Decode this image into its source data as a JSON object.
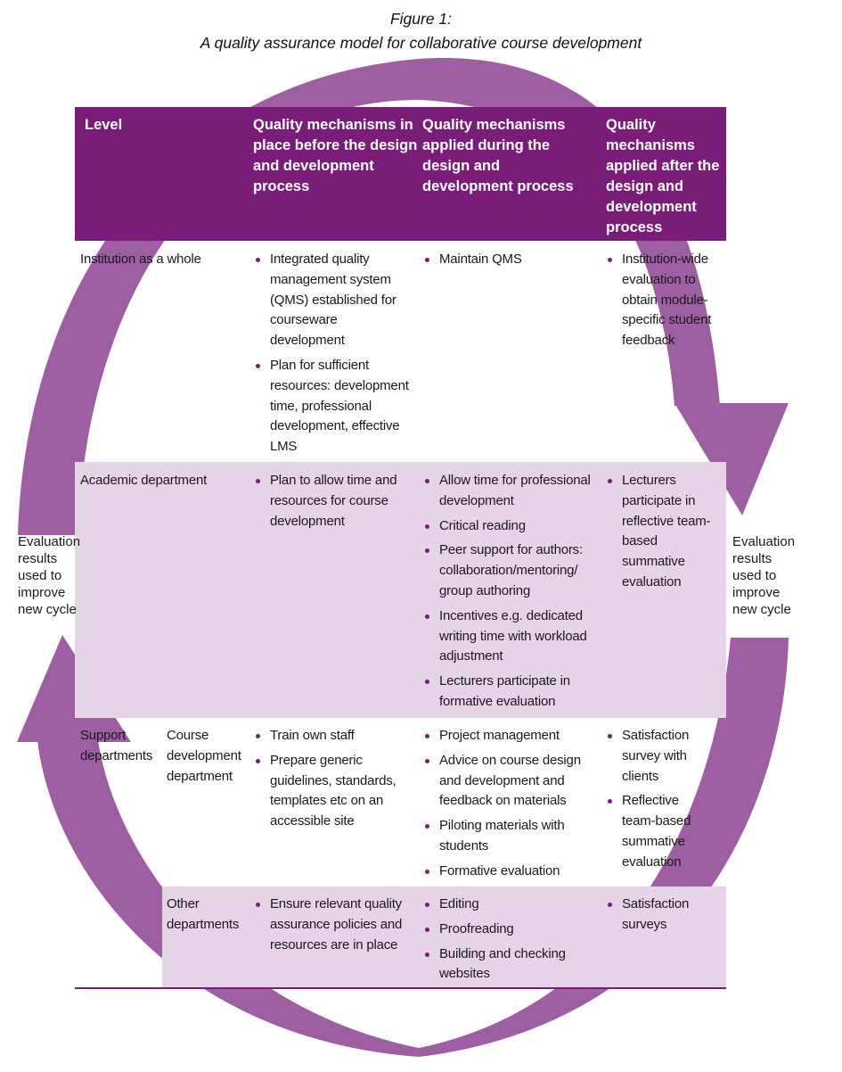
{
  "figure": {
    "label": "Figure 1:",
    "title": "A quality assurance model for collaborative course development"
  },
  "colors": {
    "header_bg": "#7a1d79",
    "band_light": "#e5d3e6",
    "arrow": "#9e5fa2",
    "bullet": "#7a1d79"
  },
  "table": {
    "headers": [
      "Level",
      "Quality mechanisms in place before the design and development process",
      "Quality mechanisms applied during the design and development process",
      "Quality mechanisms applied after the design and development process"
    ],
    "rows": [
      {
        "level": "Institution as a whole",
        "before": [
          "Integrated quality management system (QMS) established for courseware development",
          "Plan for sufficient resources: development time, professional development, effective LMS"
        ],
        "during": [
          "Maintain QMS"
        ],
        "after": [
          "Institution-wide evaluation to obtain module-specific student feedback"
        ]
      },
      {
        "level": "Academic department",
        "before": [
          "Plan to allow time and resources for course development"
        ],
        "during": [
          "Allow time for professional development",
          "Critical reading",
          "Peer support for authors: collaboration/mentoring/ group authoring",
          "Incentives e.g. dedicated writing time with workload adjustment",
          "Lecturers participate in formative evaluation"
        ],
        "after": [
          "Lecturers participate in reflective team-based summative evaluation"
        ]
      },
      {
        "level": "Support departments",
        "sublevel": "Course development department",
        "before": [
          "Train own staff",
          "Prepare generic guidelines, standards, templates etc on an accessible site"
        ],
        "during": [
          "Project management",
          "Advice on course design and development and feedback on materials",
          "Piloting materials with students",
          "Formative evaluation"
        ],
        "after": [
          "Satisfaction survey with clients",
          "Reflective team-based summative evaluation"
        ]
      },
      {
        "level": "",
        "sublevel": "Other departments",
        "before": [
          "Ensure relevant quality assurance policies and resources are in place"
        ],
        "during": [
          "Editing",
          "Proofreading",
          "Building and checking websites"
        ],
        "after": [
          "Satisfaction surveys"
        ]
      }
    ]
  },
  "side_labels": {
    "left": "Evaluation results used to improve new cycle",
    "right": "Evaluation results used to improve new cycle"
  }
}
